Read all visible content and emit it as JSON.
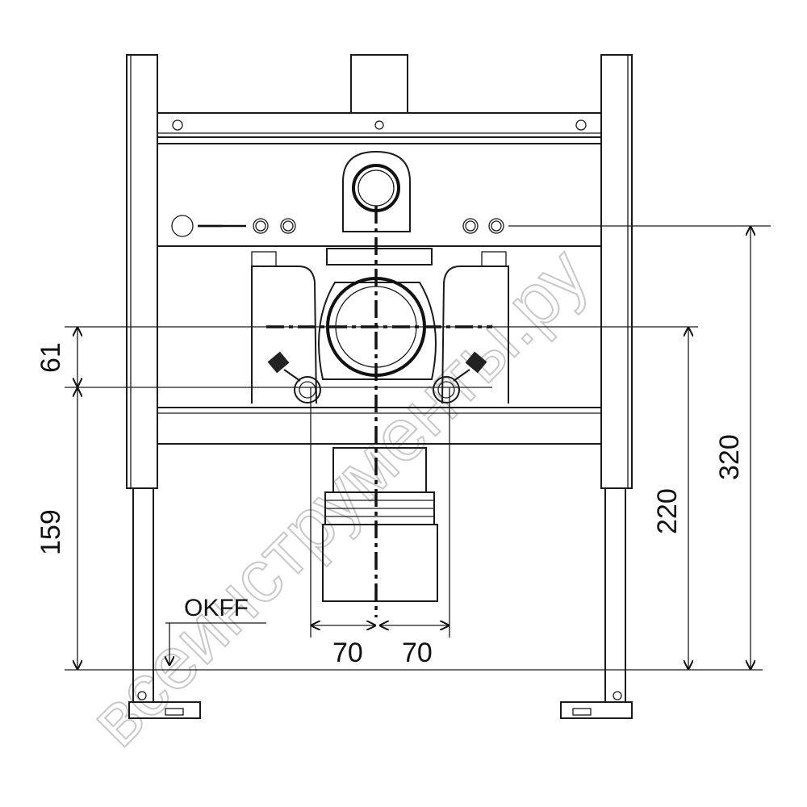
{
  "dimensions": {
    "d61": "61",
    "d159": "159",
    "d220": "220",
    "d320": "320",
    "d70_left": "70",
    "d70_right": "70"
  },
  "floor_label": "OKFF",
  "watermark": "всеинструменты.ру"
}
